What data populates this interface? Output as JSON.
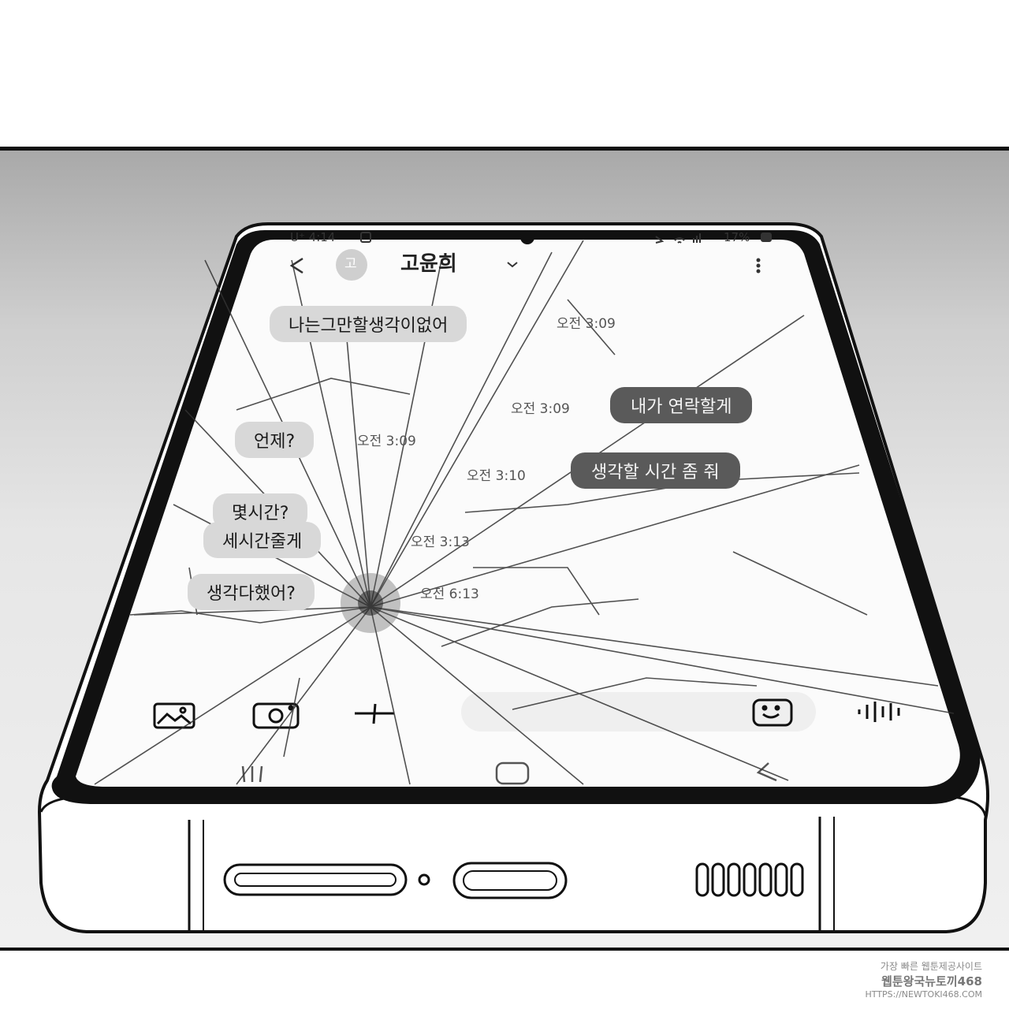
{
  "status_bar": {
    "carrier_time": "U⁺ 4:14",
    "battery": "17%"
  },
  "header": {
    "avatar_initial": "고",
    "contact_name": "고윤희"
  },
  "messages": [
    {
      "direction": "in",
      "text": "나는그만할생각이없어",
      "time": "오전 3:09"
    },
    {
      "direction": "out",
      "text": "내가 연락할게",
      "time": "오전 3:09"
    },
    {
      "direction": "in",
      "text": "언제?",
      "time": "오전 3:09"
    },
    {
      "direction": "out",
      "text": "생각할 시간 좀 줘",
      "time": "오전 3:10"
    },
    {
      "direction": "in",
      "text": "몇시간?",
      "time": ""
    },
    {
      "direction": "in",
      "text": "세시간줄게",
      "time": "오전 3:13"
    },
    {
      "direction": "in",
      "text": "생각다했어?",
      "time": "오전 6:13"
    }
  ],
  "input_bar": {
    "icons": [
      "gallery-icon",
      "camera-icon",
      "plus-icon",
      "emoji-icon",
      "voice-icon"
    ]
  },
  "nav_bar": {
    "icons": [
      "recents-icon",
      "home-icon",
      "back-icon"
    ]
  },
  "watermark": {
    "line1": "가장 빠른 웹툰제공사이트",
    "line2": "웹툰왕국뉴토끼468",
    "line3": "HTTPS://NEWTOKI468.COM"
  },
  "colors": {
    "bubble_incoming": "#d8d8d8",
    "bubble_outgoing": "#5a5a5a",
    "phone_frame": "#111111"
  }
}
